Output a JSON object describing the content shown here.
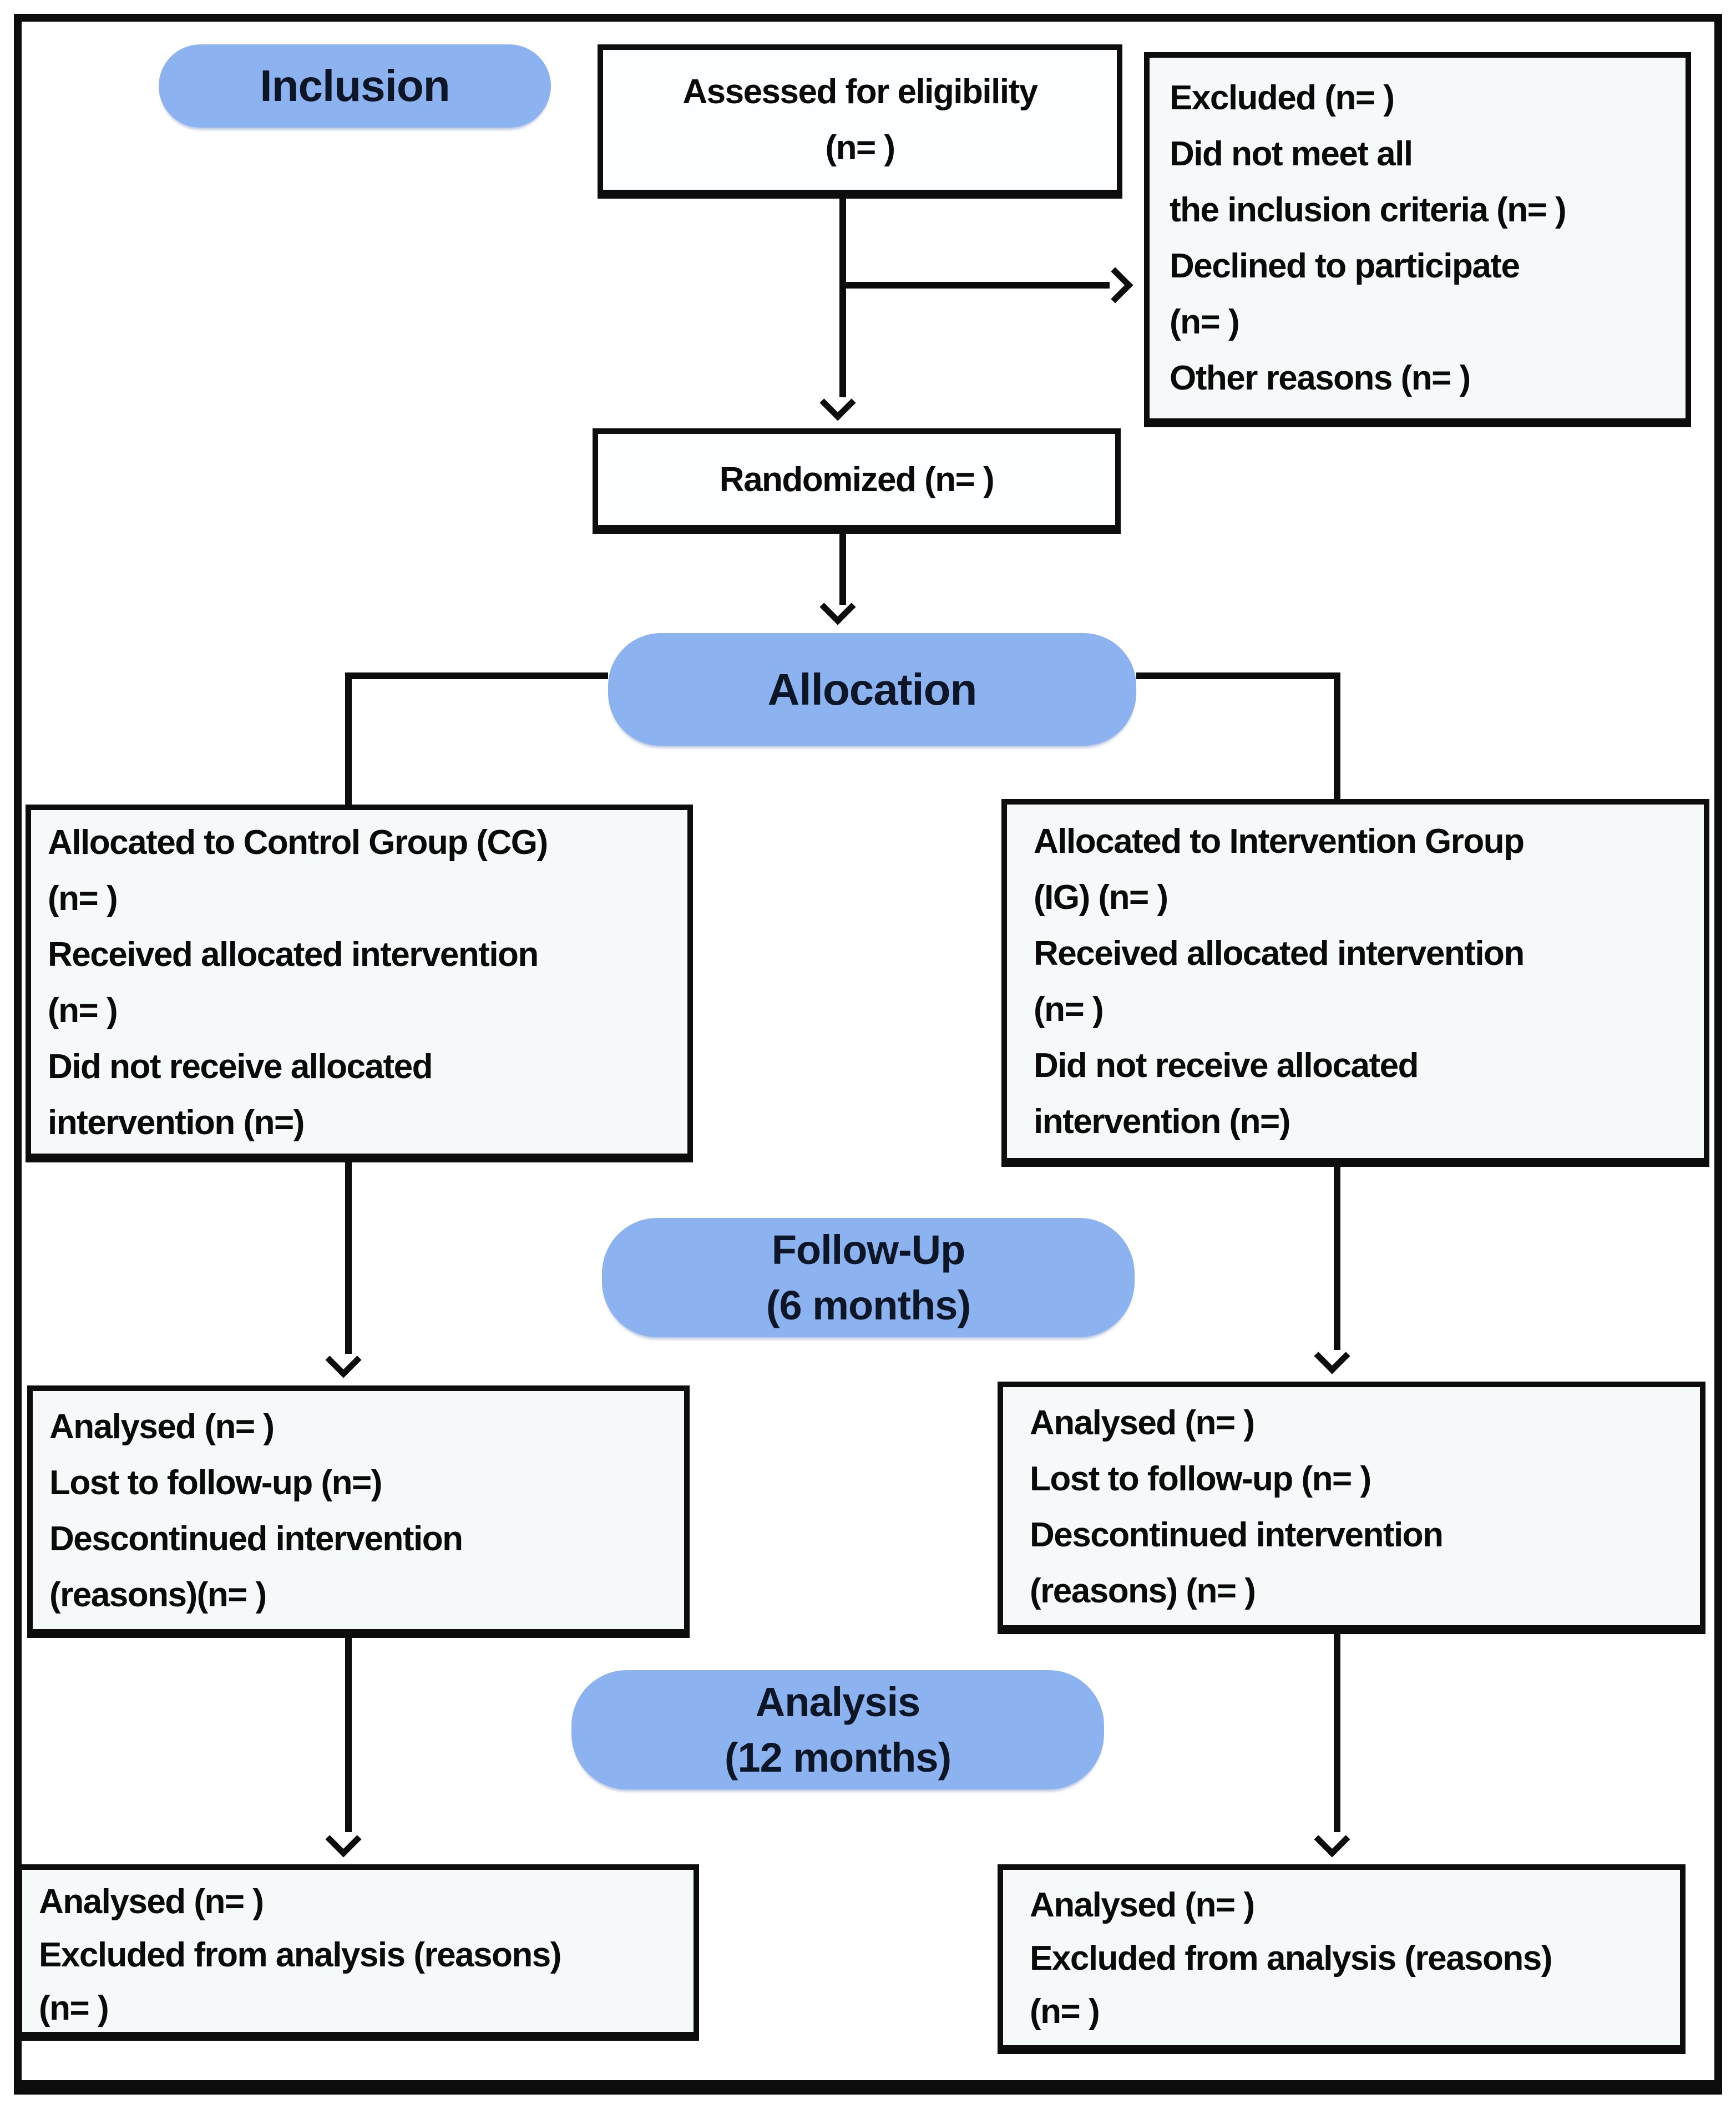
{
  "figure": {
    "type": "consort-flow-diagram",
    "colors": {
      "pill_fill": "#8db2f0",
      "pill_text": "#0d1626",
      "line_and_border": "#0d0d0d",
      "box_tint": "#f5f9fa"
    },
    "pills": {
      "inclusion": {
        "label": "Inclusion"
      },
      "allocation": {
        "label": "Allocation"
      },
      "followup": {
        "line1": "Follow-Up",
        "line2": "(6 months)"
      },
      "analysis": {
        "line1": "Analysis",
        "line2": "(12 months)"
      }
    },
    "boxes": {
      "assessed": {
        "lines": [
          "Assessed for eligibility",
          "(n= )"
        ]
      },
      "excluded": {
        "lines": [
          "Excluded (n= )",
          "Did not meet all",
          "the inclusion criteria  (n= )",
          "Declined to participate",
          "(n= )",
          "Other reasons (n= )"
        ]
      },
      "randomized": {
        "lines": [
          "Randomized (n= )"
        ]
      },
      "allocated_control": {
        "lines": [
          "Allocated to Control Group (CG)",
          "(n= )",
          "Received allocated intervention",
          "(n= )",
          "Did not receive allocated",
          "intervention (n=)"
        ]
      },
      "allocated_intervention": {
        "lines": [
          "Allocated to Intervention Group",
          "(IG) (n= )",
          "Received allocated intervention",
          "(n= )",
          "Did not receive allocated",
          "intervention (n=)"
        ]
      },
      "followup_control": {
        "lines": [
          "Analysed (n= )",
          "Lost to follow-up (n=)",
          "Descontinued intervention",
          "(reasons)(n= )"
        ]
      },
      "followup_intervention": {
        "lines": [
          "Analysed (n= )",
          "Lost to follow-up (n= )",
          "Descontinued intervention",
          "(reasons) (n= )"
        ]
      },
      "analysis_control": {
        "lines": [
          "Analysed (n= )",
          "Excluded from analysis (reasons)",
          "(n= )"
        ]
      },
      "analysis_intervention": {
        "lines": [
          "Analysed (n= )",
          "Excluded from analysis (reasons)",
          "(n= )"
        ]
      }
    }
  }
}
